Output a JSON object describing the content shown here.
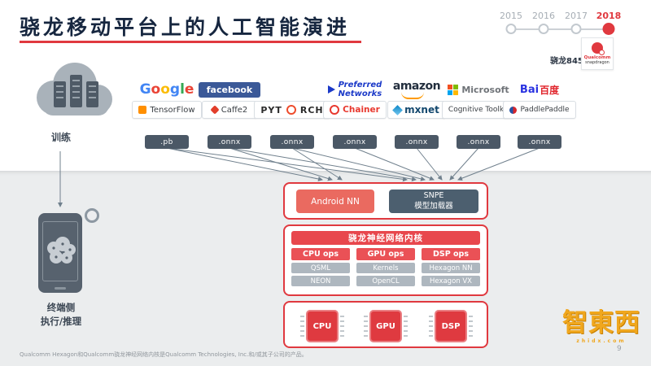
{
  "slide": {
    "title": "骁龙移动平台上的人工智能演进",
    "page_number": "9",
    "footnote": "Qualcomm Hexagon和Qualcomm骁龙神经网络内核是Qualcomm Technologies, Inc.和/或其子公司的产品。"
  },
  "timeline": {
    "years": [
      "2015",
      "2016",
      "2017",
      "2018"
    ],
    "active_year": "2018",
    "chip_label": "骁龙845",
    "logo": {
      "brand": "Qualcomm",
      "sub": "snapdragon"
    }
  },
  "left_flow": {
    "train_label": "训练",
    "device_label_line1": "终端侧",
    "device_label_line2": "执行/推理"
  },
  "frameworks": [
    {
      "brand_letters": [
        "G",
        "o",
        "o",
        "g",
        "l",
        "e"
      ],
      "name": "TensorFlow",
      "format": ".pb"
    },
    {
      "brand": "facebook",
      "name": "Caffe2",
      "format": ".onnx"
    },
    {
      "name_parts": {
        "left": "PYT",
        "right": "RCH"
      },
      "name": "PYTORCH",
      "format": ".onnx"
    },
    {
      "brand_line1": "Preferred",
      "brand_line2": "Networks",
      "name": "Chainer",
      "format": ".onnx"
    },
    {
      "brand": "amazon",
      "name": "mxnet",
      "format": ".onnx"
    },
    {
      "brand": "Microsoft",
      "name": "Cognitive Toolkit",
      "format": ".onnx"
    },
    {
      "brand_parts": {
        "latin": "Bai",
        "cn": "百度"
      },
      "name": "PaddlePaddle",
      "format": ".onnx"
    }
  ],
  "runtime": {
    "android_nn_label": "Android NN",
    "snpe_line1": "SNPE",
    "snpe_line2": "模型加载器",
    "core_title": "骁龙神经网络内核",
    "columns": [
      {
        "ops": "CPU ops",
        "items": [
          "QSML",
          "NEON"
        ]
      },
      {
        "ops": "GPU ops",
        "items": [
          "Kernels",
          "OpenCL"
        ]
      },
      {
        "ops": "DSP ops",
        "items": [
          "Hexagon NN",
          "Hexagon VX"
        ]
      }
    ],
    "chips": [
      "CPU",
      "GPU",
      "DSP"
    ]
  },
  "watermark": {
    "text": "智東西",
    "sub": "zhidx.com"
  },
  "colors": {
    "accent_red": "#e0393f",
    "slate": "#4c5f6f",
    "salmon": "#ea6a60",
    "gray_item": "#aeb7bf",
    "title_navy": "#16263f"
  }
}
